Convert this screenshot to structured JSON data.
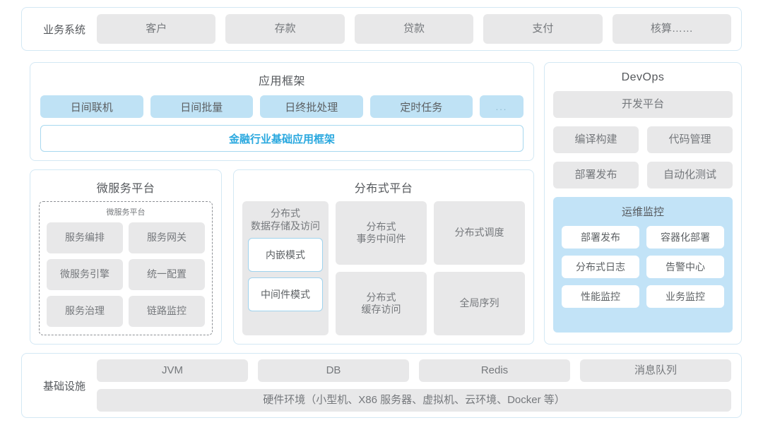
{
  "business_systems": {
    "label": "业务系统",
    "items": [
      "客户",
      "存款",
      "贷款",
      "支付",
      "核算……"
    ]
  },
  "app_framework": {
    "title": "应用框架",
    "items": [
      "日间联机",
      "日间批量",
      "日终批处理",
      "定时任务"
    ],
    "ellipsis": "...",
    "base_label": "金融行业基础应用框架"
  },
  "microservice_platform": {
    "title": "微服务平台",
    "inner_title": "微服务平台",
    "items": [
      "服务编排",
      "服务网关",
      "微服务引擎",
      "统一配置",
      "服务治理",
      "链路监控"
    ]
  },
  "distributed_platform": {
    "title": "分布式平台",
    "storage": {
      "title": "分布式\n数据存储及访问",
      "title_line1": "分布式",
      "title_line2": "数据存储及访问",
      "modes": [
        "内嵌模式",
        "中间件模式"
      ]
    },
    "items": [
      {
        "line1": "分布式",
        "line2": "事务中间件"
      },
      {
        "line1": "分布式调度",
        "line2": ""
      },
      {
        "line1": "分布式",
        "line2": "缓存访问"
      },
      {
        "line1": "全局序列",
        "line2": ""
      }
    ]
  },
  "devops": {
    "title": "DevOps",
    "platform": "开发平台",
    "pairs": [
      [
        "编译构建",
        "代码管理"
      ],
      [
        "部署发布",
        "自动化测试"
      ]
    ],
    "ops_monitoring": {
      "title": "运维监控",
      "items": [
        "部署发布",
        "容器化部署",
        "分布式日志",
        "告警中心",
        "性能监控",
        "业务监控"
      ]
    }
  },
  "infrastructure": {
    "label": "基础设施",
    "items": [
      "JVM",
      "DB",
      "Redis",
      "消息队列"
    ],
    "hardware": "硬件环境（小型机、X86 服务器、虚拟机、云环境、Docker 等）"
  },
  "colors": {
    "panel_border": "#d3e8f4",
    "grey_chip": "#e8e8e9",
    "blue_chip": "#bfe2f5",
    "accent": "#29a8df",
    "ops_bg": "#c2e3f7"
  }
}
